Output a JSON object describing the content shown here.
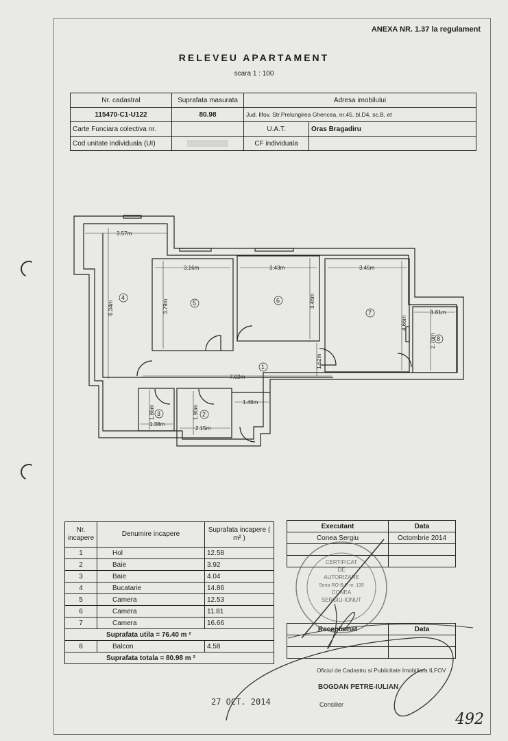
{
  "annex": "ANEXA NR. 1.37 la regulament",
  "title": "RELEVEU APARTAMENT",
  "scale": "scara  1 : 100",
  "header": {
    "col1": "Nr. cadastral",
    "col2": "Suprafata masurata",
    "col3": "Adresa imobilului",
    "cadastral": "115470-C1-U122",
    "surface": "80.98",
    "address": "Jud. Ilfov, Str.Prelungirea Ghencea, nr.45, bl.D4, sc.B, et",
    "cf_collective_label": "Carte Funciara colectiva nr.",
    "uat_label": "U.A.T.",
    "uat_value": "Oras Bragadiru",
    "ui_label": "Cod unitate individuala (UI)",
    "cf_individual_label": "CF individuala"
  },
  "plan": {
    "dims": [
      "3.57m",
      "6.34m",
      "3.16m",
      "3.79m",
      "3.43m",
      "3.46m",
      "3.45m",
      "4.66m",
      "1.61m",
      "2.70m",
      "7.02m",
      "1.52m",
      "1.86m",
      "1.38m",
      "1.90m",
      "2.15m",
      "1.46m"
    ],
    "rooms": [
      "1",
      "2",
      "3",
      "4",
      "5",
      "6",
      "7",
      "8"
    ]
  },
  "rooms_table": {
    "h_nr": "Nr. incapere",
    "h_name": "Denumire incapere",
    "h_area": "Suprafata incapere ( m² )",
    "rows": [
      {
        "nr": "1",
        "name": "Hol",
        "area": "12.58"
      },
      {
        "nr": "2",
        "name": "Baie",
        "area": "3.92"
      },
      {
        "nr": "3",
        "name": "Baie",
        "area": "4.04"
      },
      {
        "nr": "4",
        "name": "Bucatarie",
        "area": "14.86"
      },
      {
        "nr": "5",
        "name": "Camera",
        "area": "12.53"
      },
      {
        "nr": "6",
        "name": "Camera",
        "area": "11.81"
      },
      {
        "nr": "7",
        "name": "Camera",
        "area": "16.66"
      }
    ],
    "useful": "Suprafata utila = 76.40 m  ²",
    "balcony": {
      "nr": "8",
      "name": "Balcon",
      "area": "4.58"
    },
    "total": "Suprafata totala = 80.98 m  ²"
  },
  "executant": {
    "h_exec": "Executant",
    "h_date": "Data",
    "name": "Conea Sergiu",
    "date": "Octombrie 2014"
  },
  "receptionat": {
    "h_recp": "Receptionat",
    "h_date": "Data"
  },
  "stamp": {
    "l1": "CERTIFICAT",
    "l2": "DE",
    "l3": "AUTORIZARE",
    "l4": "Seria RO-B-F nr. 135",
    "l5": "CONEA",
    "l6": "SERGIU-IONUT"
  },
  "office": "Oficiul de Cadastru si Publicitate Imobiliara ILFOV",
  "official_name": "BOGDAN PETRE-IULIAN",
  "official_role": "Consilier",
  "date_stamp": "27 OCT. 2014",
  "page_number": "492"
}
